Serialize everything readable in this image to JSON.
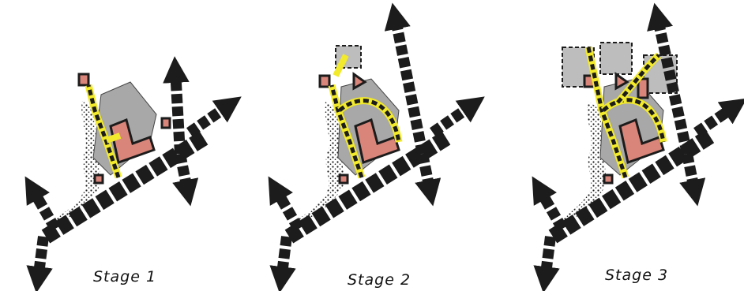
{
  "stages": [
    {
      "label": "Stage 1"
    },
    {
      "label": "Stage 2"
    },
    {
      "label": "Stage 3"
    }
  ],
  "colors": {
    "road": "#1c1c1c",
    "road_marking": "#ffffff",
    "block_fill": "#d9857a",
    "block_stroke": "#1c1c1c",
    "development_area": "#a8a8a8",
    "new_route": "#f2ea2c",
    "coast_dots": "#1c1c1c"
  },
  "icons": [
    "arrow-icon",
    "coastline-icon"
  ]
}
